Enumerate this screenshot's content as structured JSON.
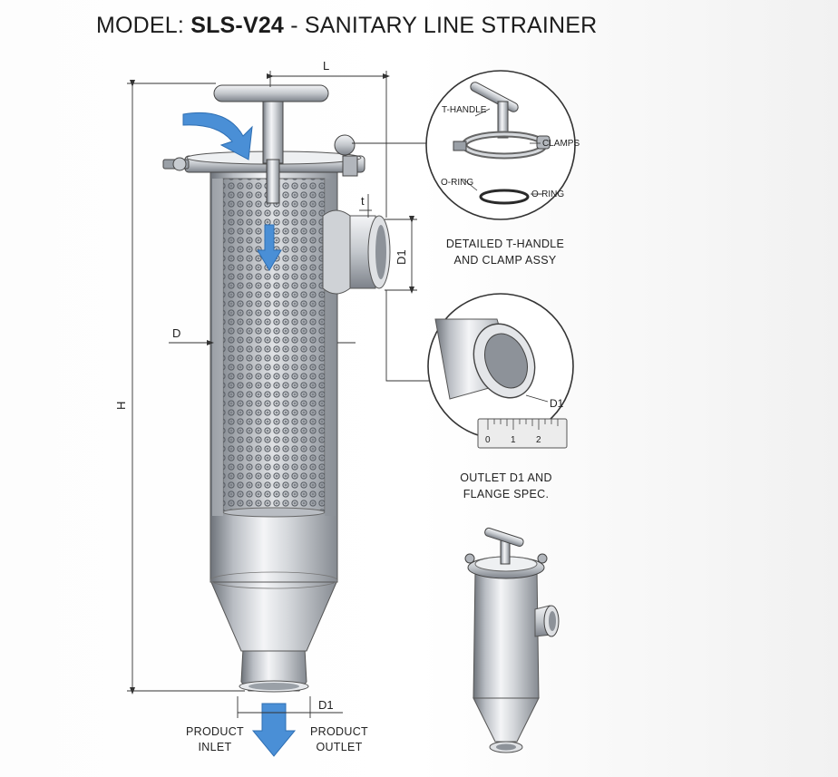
{
  "title": {
    "prefix": "MODEL: ",
    "model": "SLS-V24",
    "suffix": " - SANITARY LINE STRAINER"
  },
  "dimensions": {
    "length": "L",
    "height": "H",
    "diameter": "D",
    "outlet_diameter": "D1",
    "flange_thickness": "t",
    "bottom_diameter": "D1"
  },
  "detail_handle": {
    "t_handle": "T-HANDLE",
    "clamps": "CLAMPS",
    "o_ring_left": "O-RING",
    "o_ring_right": "O-RING",
    "caption_line1": "DETAILED T-HANDLE",
    "caption_line2": "AND CLAMP ASSY"
  },
  "detail_outlet": {
    "d1": "D1",
    "ruler_ticks": [
      "0",
      "1",
      "2"
    ],
    "caption_line1": "OUTLET D1 AND",
    "caption_line2": "FLANGE SPEC."
  },
  "flow": {
    "inlet_line1": "PRODUCT",
    "inlet_line2": "INLET",
    "outlet_line1": "PRODUCT",
    "outlet_line2": "OUTLET"
  },
  "colors": {
    "flow_arrow": "#4a8fd6",
    "steel_dark": "#6e737a",
    "steel_light": "#f2f3f5"
  }
}
